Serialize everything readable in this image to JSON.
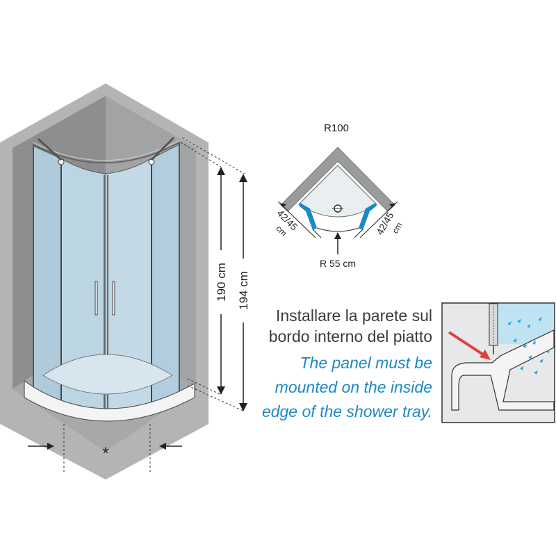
{
  "main_view": {
    "height_inner": "190 cm",
    "height_outer": "194 cm",
    "width_mark": "*"
  },
  "plan_view": {
    "radius_label": "R100",
    "side_left_value": "42/45",
    "side_left_unit": "cm",
    "side_right_value": "42/45",
    "side_right_unit": "cm",
    "inner_radius": "R 55 cm"
  },
  "instruction": {
    "italian_line1": "Installare la parete sul",
    "italian_line2": "bordo interno del piatto",
    "english_line1": "The panel must be",
    "english_line2": "mounted on the inside",
    "english_line3": "edge of the shower tray."
  },
  "colors": {
    "wall": "#a9aaab",
    "wall_dark": "#8c8d8e",
    "glass": "#b9cfdc",
    "accent": "#1b88c7",
    "arrow_red": "#e0413c"
  }
}
